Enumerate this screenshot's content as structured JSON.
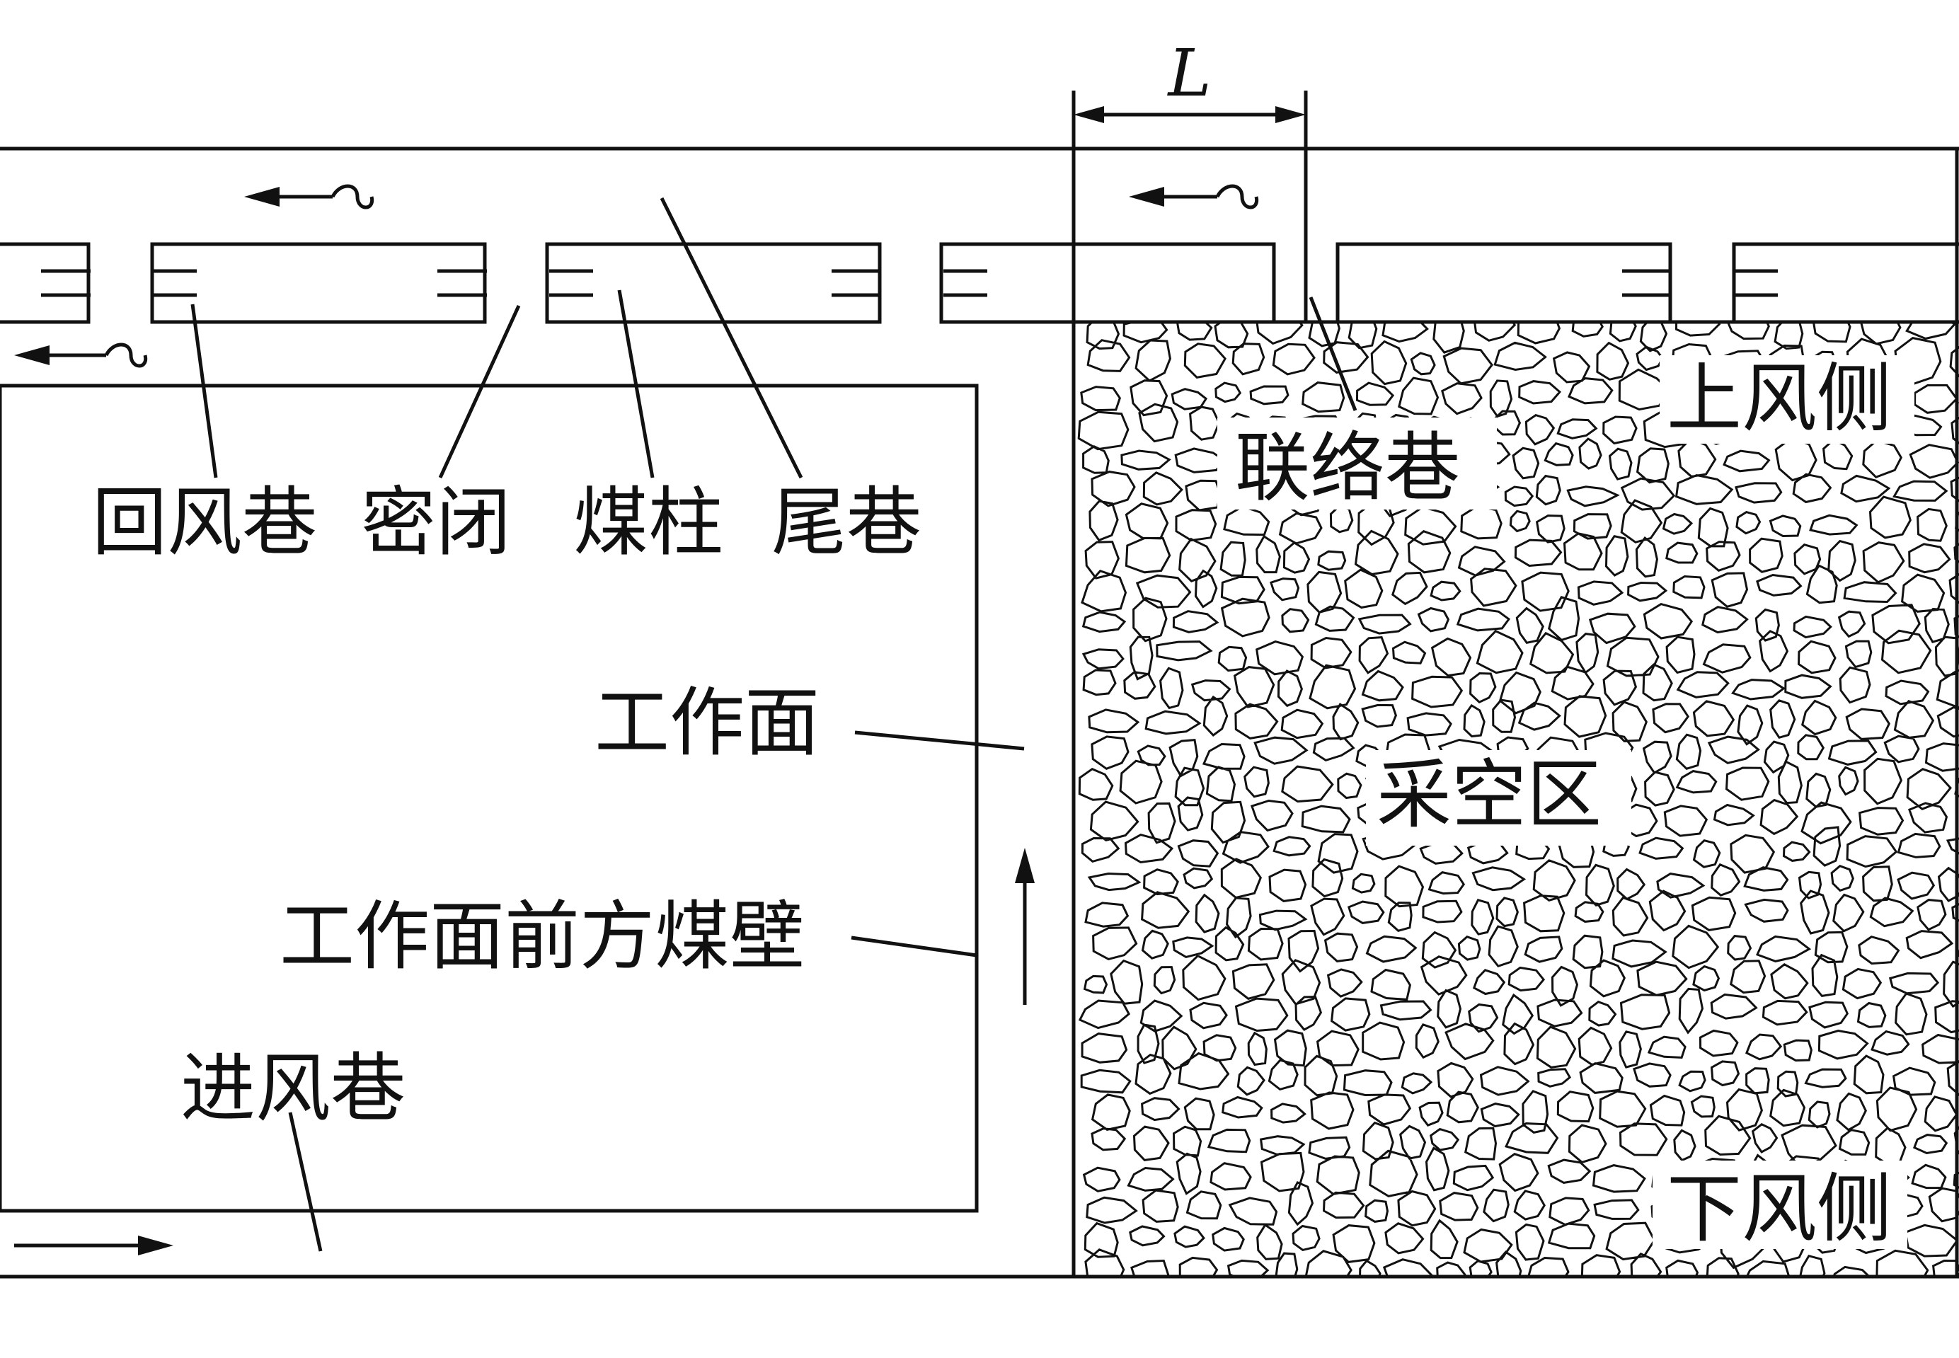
{
  "labels": {
    "dimension": "L",
    "return_airway": "回风巷",
    "seal": "密闭",
    "coal_pillar": "煤柱",
    "tail_roadway": "尾巷",
    "connecting_roadway": "联络巷",
    "upwind_side": "上风侧",
    "working_face": "工作面",
    "goaf": "采空区",
    "coal_wall_ahead": "工作面前方煤壁",
    "intake_airway": "进风巷",
    "downwind_side": "下风侧"
  }
}
